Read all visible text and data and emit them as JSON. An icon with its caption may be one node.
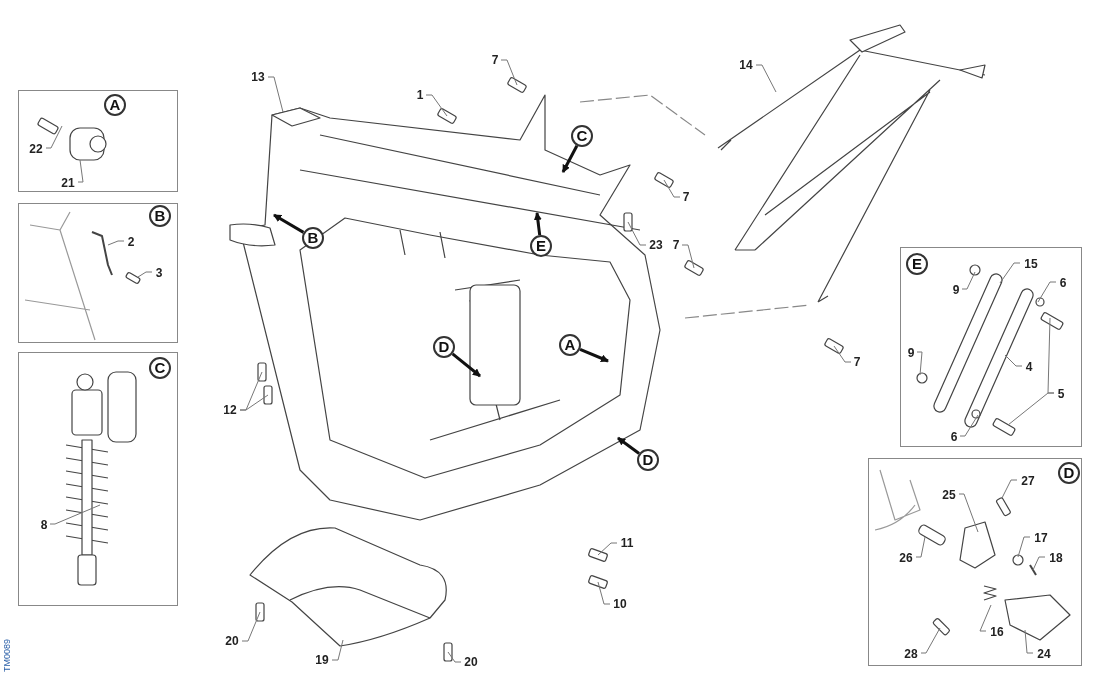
{
  "diagram": {
    "nodes": [
      {
        "text": [],
        "shape": "box"
      },
      {
        "text": [
          "A"
        ],
        "in": 0
      },
      {
        "text": [
          "22"
        ],
        "in": 0
      },
      {
        "text": [
          "21"
        ],
        "in": 0
      },
      {
        "text": [],
        "shape": "box"
      },
      {
        "text": [
          "B"
        ],
        "in": 4
      },
      {
        "text": [
          "2"
        ],
        "in": 4
      },
      {
        "text": [
          "3"
        ],
        "in": 4
      },
      {
        "text": [],
        "shape": "box"
      },
      {
        "text": [
          "C"
        ],
        "in": 8
      },
      {
        "text": [
          "8"
        ],
        "in": 8
      },
      {
        "text": [],
        "shape": "box"
      },
      {
        "text": [
          "E"
        ],
        "in": 11
      },
      {
        "text": [
          "15"
        ],
        "in": 11
      },
      {
        "text": [
          "9"
        ],
        "in": 11
      },
      {
        "text": [
          "6"
        ],
        "in": 11
      },
      {
        "text": [
          "9"
        ],
        "in": 11
      },
      {
        "text": [
          "4"
        ],
        "in": 11
      },
      {
        "text": [
          "5"
        ],
        "in": 11
      },
      {
        "text": [
          "6"
        ],
        "in": 11
      },
      {
        "text": [],
        "shape": "box"
      },
      {
        "text": [
          "D"
        ],
        "in": 20
      },
      {
        "text": [
          "25"
        ],
        "in": 20
      },
      {
        "text": [
          "27"
        ],
        "in": 20
      },
      {
        "text": [
          "26"
        ],
        "in": 20
      },
      {
        "text": [
          "17"
        ],
        "in": 20
      },
      {
        "text": [
          "18"
        ],
        "in": 20
      },
      {
        "text": [
          "16"
        ],
        "in": 20
      },
      {
        "text": [
          "28"
        ],
        "in": 20
      },
      {
        "text": [
          "24"
        ],
        "in": 20
      },
      {
        "text": [
          "13"
        ]
      },
      {
        "text": [
          "1"
        ]
      },
      {
        "text": [
          "7"
        ]
      },
      {
        "text": [
          "C"
        ]
      },
      {
        "text": [
          "7"
        ]
      },
      {
        "text": [
          "B"
        ]
      },
      {
        "text": [
          "E"
        ]
      },
      {
        "text": [
          "23"
        ]
      },
      {
        "text": [
          "14"
        ]
      },
      {
        "text": [
          "7"
        ]
      },
      {
        "text": [
          "7"
        ]
      },
      {
        "text": [
          "D"
        ]
      },
      {
        "text": [
          "A"
        ]
      },
      {
        "text": [
          "12"
        ]
      },
      {
        "text": [
          "D"
        ]
      },
      {
        "text": [
          "11"
        ]
      },
      {
        "text": [
          "10"
        ]
      },
      {
        "text": [
          "20"
        ]
      },
      {
        "text": [
          "19"
        ]
      },
      {
        "text": [
          "20"
        ]
      },
      {
        "text": [],
        "shape": "picture"
      },
      {
        "text": [],
        "shape": "picture",
        "in": 8
      }
    ],
    "edges": [
      {
        "from": 2,
        "to": null,
        "arrow": "none"
      },
      {
        "from": 3,
        "to": null,
        "arrow": "none"
      },
      {
        "from": 6,
        "to": null,
        "arrow": "none"
      },
      {
        "from": 7,
        "to": null,
        "arrow": "none"
      },
      {
        "from": 10,
        "to": 51,
        "arrow": "none"
      },
      {
        "from": 13,
        "to": null,
        "arrow": "none"
      },
      {
        "from": 14,
        "to": null,
        "arrow": "none"
      },
      {
        "from": 15,
        "to": null,
        "arrow": "none"
      },
      {
        "from": 16,
        "to": null,
        "arrow": "none"
      },
      {
        "from": 17,
        "to": null,
        "arrow": "none"
      },
      {
        "from": 18,
        "to": null,
        "arrow": "none"
      },
      {
        "from": 18,
        "to": null,
        "arrow": "none"
      },
      {
        "from": 19,
        "to": null,
        "arrow": "none"
      },
      {
        "from": 22,
        "to": null,
        "arrow": "none"
      },
      {
        "from": 23,
        "to": null,
        "arrow": "none"
      },
      {
        "from": 24,
        "to": null,
        "arrow": "none"
      },
      {
        "from": 25,
        "to": null,
        "arrow": "none"
      },
      {
        "from": 26,
        "to": null,
        "arrow": "none"
      },
      {
        "from": 27,
        "to": null,
        "arrow": "none"
      },
      {
        "from": 28,
        "to": null,
        "arrow": "none"
      },
      {
        "from": 29,
        "to": null,
        "arrow": "none"
      },
      {
        "from": 30,
        "to": null,
        "arrow": "none"
      },
      {
        "from": 31,
        "to": null,
        "arrow": "none"
      },
      {
        "from": 32,
        "to": null,
        "arrow": "none"
      },
      {
        "from": 33,
        "to": null,
        "arrow": "to",
        "style": "thick",
        "color": "#111111"
      },
      {
        "from": 34,
        "to": null,
        "arrow": "none"
      },
      {
        "from": 35,
        "to": null,
        "arrow": "to",
        "style": "thick",
        "color": "#111111"
      },
      {
        "from": 36,
        "to": null,
        "arrow": "to",
        "style": "thick",
        "color": "#111111"
      },
      {
        "from": 37,
        "to": null,
        "arrow": "none"
      },
      {
        "from": 38,
        "to": null,
        "arrow": "none"
      },
      {
        "from": 39,
        "to": null,
        "arrow": "none"
      },
      {
        "from": 40,
        "to": null,
        "arrow": "none"
      },
      {
        "from": 41,
        "to": null,
        "arrow": "to",
        "style": "thick",
        "color": "#111111"
      },
      {
        "from": 42,
        "to": null,
        "arrow": "to",
        "style": "thick",
        "color": "#111111"
      },
      {
        "from": 43,
        "to": null,
        "arrow": "none"
      },
      {
        "from": 43,
        "to": null,
        "arrow": "none"
      },
      {
        "from": 44,
        "to": null,
        "arrow": "to",
        "style": "thick",
        "color": "#111111"
      },
      {
        "from": 45,
        "to": null,
        "arrow": "none"
      },
      {
        "from": 46,
        "to": null,
        "arrow": "none"
      },
      {
        "from": 47,
        "to": null,
        "arrow": "none"
      },
      {
        "from": 48,
        "to": 50,
        "arrow": "none"
      },
      {
        "from": 49,
        "to": null,
        "arrow": "none"
      }
    ],
    "labels": [
      "TM0089"
    ]
  }
}
